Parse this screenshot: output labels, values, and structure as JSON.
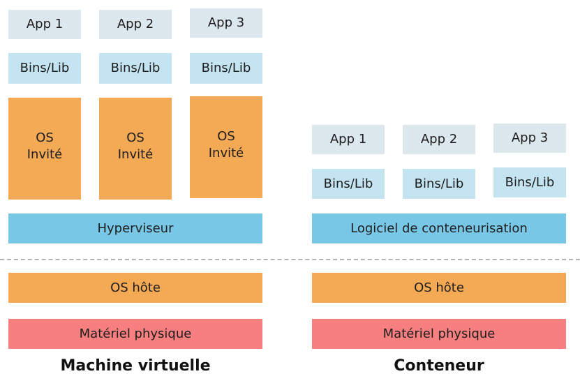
{
  "vm": {
    "apps": [
      "App 1",
      "App 2",
      "App 3"
    ],
    "bins": [
      "Bins/Lib",
      "Bins/Lib",
      "Bins/Lib"
    ],
    "guest_os": [
      {
        "line1": "OS",
        "line2": "Invité"
      },
      {
        "line1": "OS",
        "line2": "Invité"
      },
      {
        "line1": "OS",
        "line2": "Invité"
      }
    ],
    "hypervisor": "Hyperviseur",
    "host_os": "OS hôte",
    "hardware": "Matériel physique",
    "caption": "Machine virtuelle"
  },
  "container": {
    "apps": [
      "App 1",
      "App 2",
      "App 3"
    ],
    "bins": [
      "Bins/Lib",
      "Bins/Lib",
      "Bins/Lib"
    ],
    "engine": "Logiciel de conteneurisation",
    "host_os": "OS hôte",
    "hardware": "Matériel physique",
    "caption": "Conteneur"
  },
  "colors": {
    "app": "#dde8ee",
    "bins": "#c5e4f1",
    "guest_os": "#f4aa55",
    "hypervisor": "#79c7e6",
    "host_os": "#f4aa55",
    "hardware": "#f77f7f"
  }
}
